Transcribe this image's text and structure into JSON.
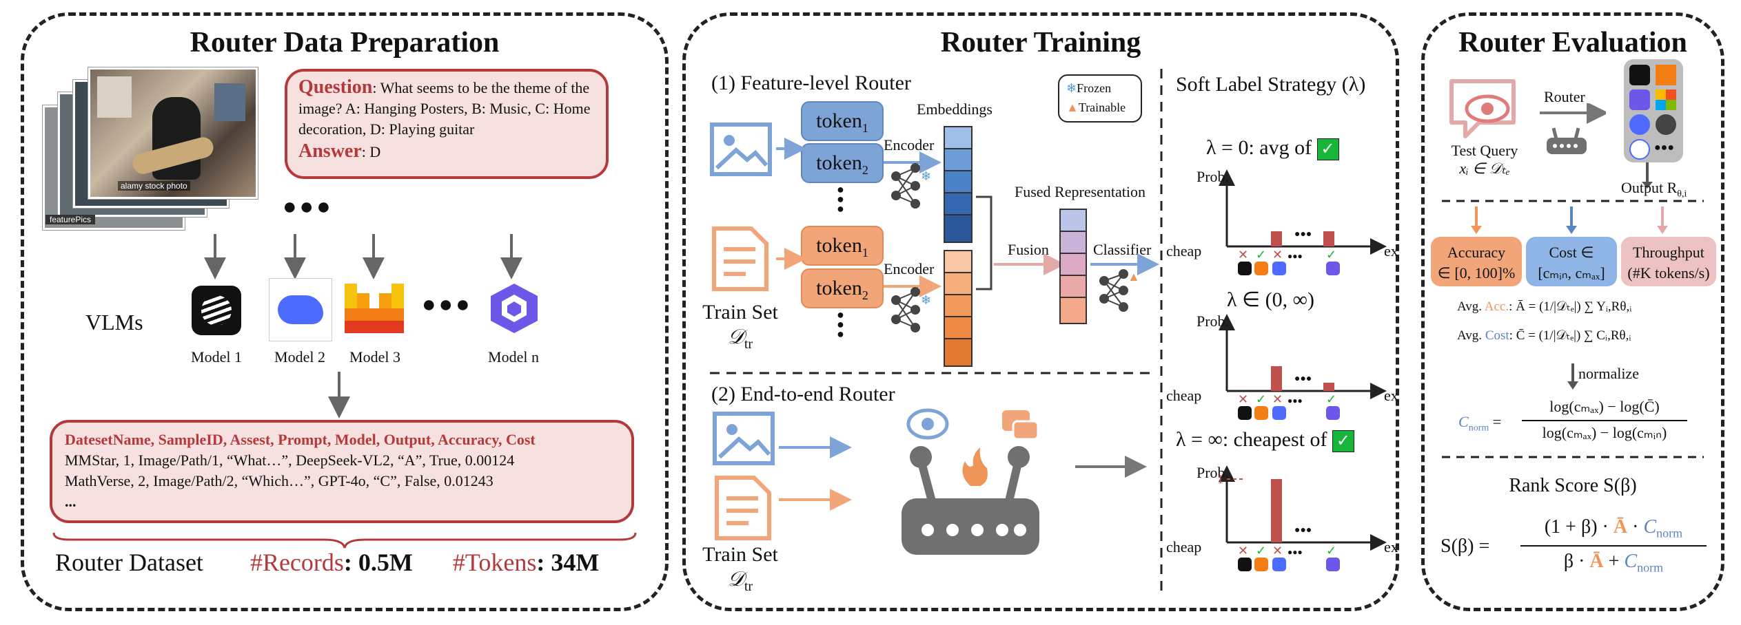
{
  "colors": {
    "red": "#b5383a",
    "blue": "#5b86c5",
    "orange": "#f0955a",
    "pink": "#e3a9a9",
    "green": "#19b53a",
    "gray": "#666666"
  },
  "prep": {
    "title": "Router Data Preparation",
    "question_label": "Question",
    "question_text": ": What seems to be the theme of the image? A: Hanging Posters, B: Music, C: Home decoration, D: Playing guitar",
    "answer_label": "Answer",
    "answer_text": ": D",
    "photo_watermark": "alamy stock photo",
    "photo_source": "featurePics",
    "vlms_label": "VLMs",
    "dots": "●●●",
    "models": [
      "Model 1",
      "Model 2",
      "Model 3",
      "Model n"
    ],
    "dataset_header": "DatesetName, SampleID, Assest, Prompt, Model, Output, Accuracy, Cost",
    "dataset_rows": [
      "MMStar, 1, Image/Path/1, “What…”, DeepSeek-VL2, “A”, True, 0.00124",
      "MathVerse, 2, Image/Path/2, “Which…”, GPT-4o, “C”, False, 0.01243",
      "..."
    ],
    "footer_dataset": "Router Dataset",
    "footer_records_label": "#Records",
    "footer_records_value": ": 0.5M",
    "footer_tokens_label": "#Tokens",
    "footer_tokens_value": ": 34M"
  },
  "training": {
    "title": "Router Training",
    "feature_router": "(1) Feature-level Router",
    "e2e_router": "(2) End-to-end Router",
    "token_text": "token",
    "token_subs": [
      "1",
      "2"
    ],
    "embeddings": "Embeddings",
    "encoder": "Encoder",
    "fused": "Fused Representation",
    "fusion": "Fusion",
    "classifier": "Classifier",
    "legend_frozen": "Frozen",
    "legend_trainable": "Trainable",
    "train_set": "Train Set",
    "train_set_math": "𝒟",
    "train_set_sub": "tr",
    "soft_label_title": "Soft Label Strategy (λ)",
    "case1": "λ = 0: avg of",
    "case2": "λ ∈ (0, ∞)",
    "case3": "λ = ∞: cheapest of",
    "prob": "Prob.",
    "cheap": "cheap",
    "expansive": "expansive",
    "one": "1",
    "dots": "●●●",
    "check": "✓",
    "cross": "✕"
  },
  "evaluation": {
    "title": "Router Evaluation",
    "router_label": "Router",
    "test_query": "Test Query",
    "test_query_math": "xᵢ ∈ 𝒟ₜₑ",
    "output": "Output R",
    "output_sub": "θ,i",
    "accuracy_line1": "Accuracy",
    "accuracy_line2": "∈ [0, 100]%",
    "cost_line1": "Cost ∈",
    "cost_line2": "[cₘᵢₙ, cₘₐₓ]",
    "throughput_line1": "Throughput",
    "throughput_line2": "(#K tokens/s)",
    "avg_acc_label": "Avg. ",
    "avg_acc_key": "Acc.",
    "avg_acc_formula": ": Ā = (1/|𝒟ₜₑ|) ∑ Yᵢ,Rθ,ᵢ",
    "avg_cost_label": "Avg. ",
    "avg_cost_key": "Cost",
    "avg_cost_formula": ": C̄ = (1/|𝒟ₜₑ|) ∑ Cᵢ,Rθ,ᵢ",
    "normalize": "normalize",
    "cnorm": "C",
    "cnorm_sub": "norm",
    "cnorm_num": "log(cₘₐₓ) − log(C̄)",
    "cnorm_den": "log(cₘₐₓ) − log(cₘᵢₙ)",
    "rank_title": "Rank Score S(β)",
    "s_beta": "S(β) =",
    "rank_num_a": "(1 + β) ·",
    "rank_abar": "Ā",
    "rank_num_b": " · ",
    "rank_den_a": "β ·",
    "rank_den_b": " + "
  }
}
